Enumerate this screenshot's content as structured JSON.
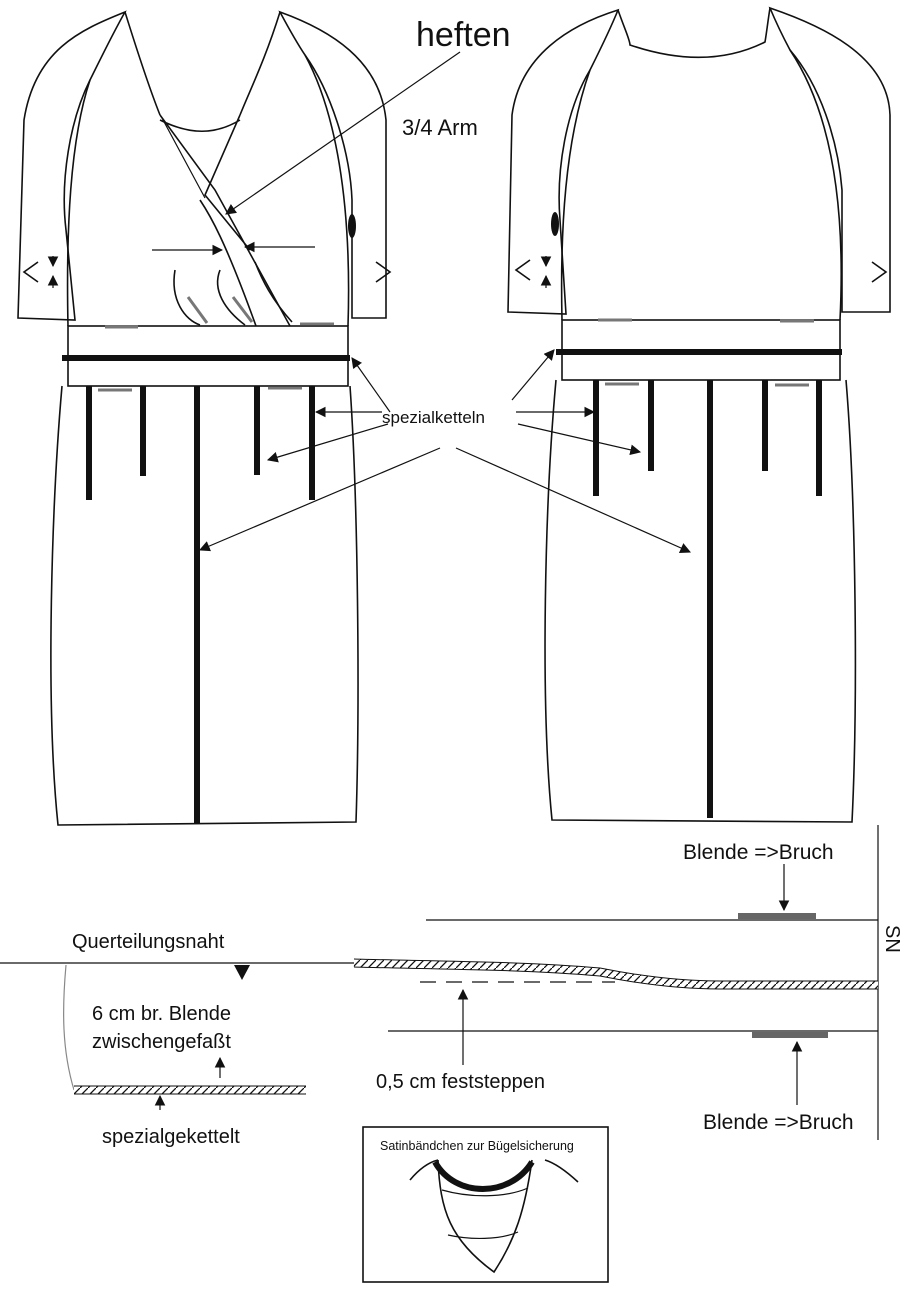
{
  "labels": {
    "heften": "heften",
    "sleeve": "3/4 Arm",
    "spezialketteln": "spezialketteln",
    "blende_bruch_top": "Blende =>Bruch",
    "blende_bruch_bottom": "Blende =>Bruch",
    "sn": "SN",
    "querteilungsnaht": "Querteilungsnaht",
    "blende_line1": "6 cm br. Blende",
    "blende_line2": "zwischengefaßt",
    "spezialgekettelt": "spezialgekettelt",
    "feststeppen": "0,5 cm feststeppen",
    "satin": "Satinbändchen zur Bügelsicherung"
  }
}
